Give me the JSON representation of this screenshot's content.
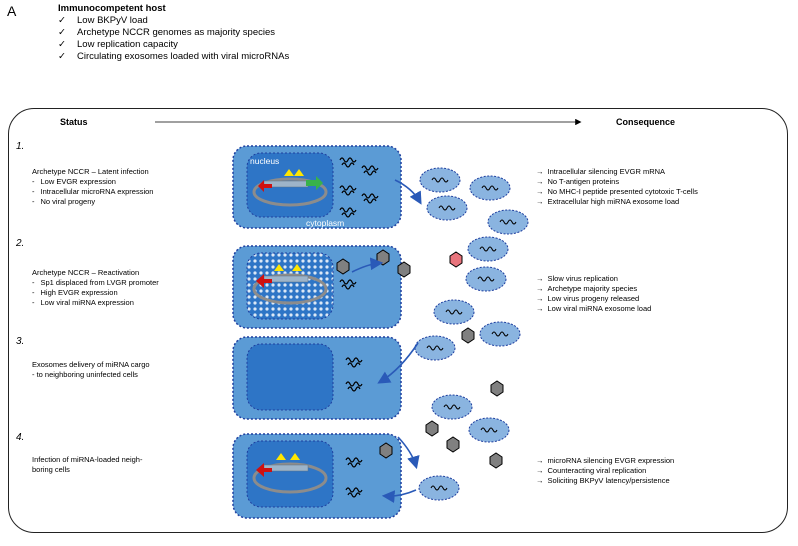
{
  "panel_letter": "A",
  "host": {
    "title": "Immunocompetent host",
    "items": [
      "Low BKPyV load",
      "Archetype NCCR genomes as majority species",
      "Low replication capacity",
      "Circulating exosomes loaded with viral microRNAs"
    ],
    "check_glyph": "✓"
  },
  "headers": {
    "status": "Status",
    "consequence": "Consequence"
  },
  "labels": {
    "nucleus": "nucleus",
    "cytoplasm": "cytoplasm"
  },
  "arrow_glyph": "→",
  "stages": [
    {
      "number": "1.",
      "title": "Archetype NCCR – Latent infection",
      "points": [
        "Low EVGR expression",
        "Intracellular microRNA expression",
        "No viral progeny"
      ],
      "consequences": [
        "Intracellular silencing EVGR mRNA",
        "No T-antigen proteins",
        "No MHC-I peptide presented cytotoxic T-cells",
        "Extracellular high miRNA exosome load"
      ]
    },
    {
      "number": "2.",
      "title": "Archetype NCCR – Reactivation",
      "points": [
        "Sp1 displaced from LVGR promoter",
        "High EVGR expression",
        "Low viral miRNA expression"
      ],
      "consequences": [
        "Slow virus replication",
        "Archetype majority species",
        "Low virus progeny released",
        "Low viral miRNA exosome load"
      ]
    },
    {
      "number": "3.",
      "title": "Exosomes delivery of miRNA cargo",
      "subtitle": "- to neighboring uninfected cells",
      "points": [],
      "consequences": []
    },
    {
      "number": "4.",
      "title": "Infection of miRNA-loaded neigh-",
      "title2": "boring cells",
      "points": [],
      "consequences": [
        "microRNA silencing EVGR expression",
        "Counteracting viral replication",
        "Soliciting BKPyV latency/persistence"
      ]
    }
  ],
  "colors": {
    "cell": "#5b9bd5",
    "cell_border": "#1f3f9f",
    "nucleus": "#2e75c6",
    "exosome": "#8ab4e0",
    "virion": "#808080",
    "virion_red": "#e8747c",
    "arrow": "#2a5ab8",
    "genome_ring": "#8c8c8c"
  }
}
